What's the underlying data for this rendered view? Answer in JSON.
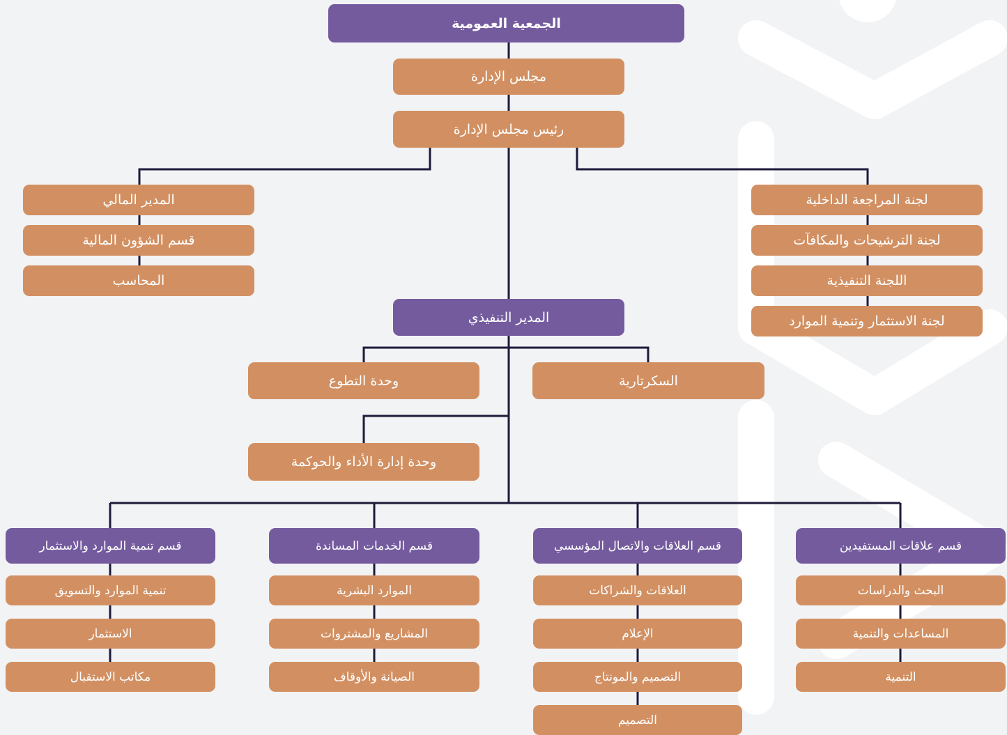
{
  "colors": {
    "orange_box": "#d29062",
    "purple_box": "#745b9e",
    "connector": "#1d1a3a",
    "background": "#f2f3f5",
    "watermark": "#ffffff"
  },
  "top": {
    "general_assembly": "الجمعية العمومية",
    "board": "مجلس الإدارة",
    "board_chairman": "رئيس مجلس الإدارة"
  },
  "committees": [
    "لجنة المراجعة الداخلية",
    "لجنة الترشيحات والمكافآت",
    "اللجنة التنفيذية",
    "لجنة الاستثمار وتنمية الموارد"
  ],
  "finance": [
    "المدير المالي",
    "قسم الشؤون المالية",
    "المحاسب"
  ],
  "executive": {
    "director": "المدير التنفيذي",
    "secretariat": "السكرتارية",
    "volunteering_unit": "وحدة التطوع",
    "performance_unit": "وحدة إدارة الأداء والحوكمة"
  },
  "departments": [
    {
      "title": "قسم علاقات المستفيدين",
      "items": [
        "البحث والدراسات",
        "المساعدات والتنمية",
        "التنمية"
      ]
    },
    {
      "title": "قسم العلاقات والاتصال المؤسسي",
      "items": [
        "العلاقات والشراكات",
        "الإعلام",
        "التصميم والمونتاج",
        "التصميم"
      ]
    },
    {
      "title": "قسم الخدمات المساندة",
      "items": [
        "الموارد البشرية",
        "المشاريع والمشتروات",
        "الصيانة والأوقاف"
      ]
    },
    {
      "title": "قسم تنمية الموارد والاستثمار",
      "items": [
        "تنمية الموارد والتسويق",
        "الاستثمار",
        "مكاتب الاستقبال"
      ]
    }
  ]
}
